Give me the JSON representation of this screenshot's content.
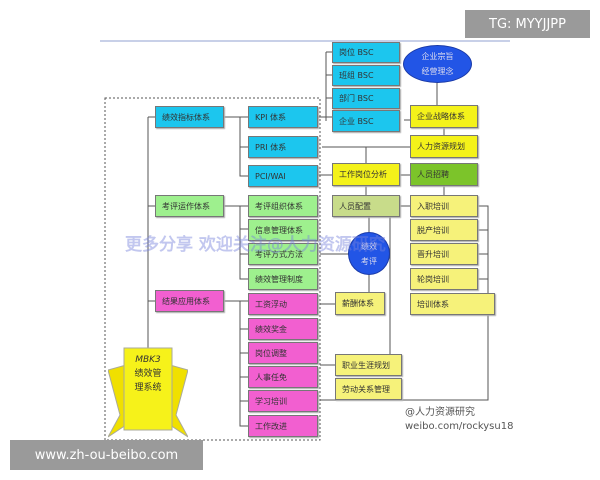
{
  "left": [
    "绩效指标体系",
    "考评运作体系",
    "结果应用体系"
  ],
  "middle": [
    "KPI 体系",
    "PRI 体系",
    "PCI/WAI",
    "考评组织体系",
    "信息管理体系",
    "考评方式方法",
    "绩效管理制度",
    "工资浮动",
    "绩效奖金",
    "岗位调整",
    "人事任免",
    "学习培训",
    "工作改进"
  ],
  "bsc": [
    "岗位 BSC",
    "班组 BSC",
    "部门 BSC",
    "企业 BSC"
  ],
  "mission": "企业宗旨经营理念",
  "strategy": "企业战略体系",
  "hr_planning": "人力资源规划",
  "job_analysis": "工作岗位分析",
  "recruit": "人员招聘",
  "staffing": "人员配置",
  "appraisal": "绩效考评",
  "salary": "薪酬体系",
  "training": [
    "入职培训",
    "脱产培训",
    "晋升培训",
    "轮岗培训",
    "培训体系"
  ],
  "career": "职业生涯规划",
  "labor": "劳动关系管理",
  "ribbon": {
    "line1": "MBK3",
    "line2": "绩效管",
    "line3": "理系统"
  },
  "watermark": "更多分享 欢迎关注@人力资源研究",
  "weibo": {
    "handle": "@人力资源研究",
    "url": "weibo.com/rockysu18"
  },
  "tag_top": "TG: MYYJJPP",
  "tag_bottom": "www.zh-ou-beibo.com"
}
